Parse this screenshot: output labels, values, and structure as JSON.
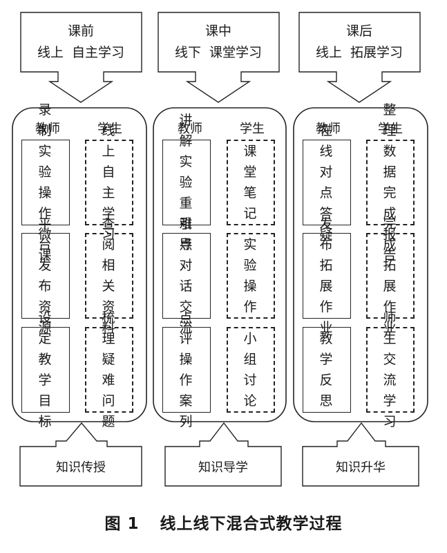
{
  "columns": [
    {
      "header": {
        "line1": "课前",
        "line2": "线上  自主学习"
      },
      "teacher_label": "教师",
      "student_label": "学生",
      "teacher_items": [
        "录制实验操作微课",
        "平台发布资源",
        "设定教学目标"
      ],
      "student_items": [
        "线上自主学习",
        "查阅相关资料",
        "梳理疑难问题"
      ],
      "footer": "知识传授"
    },
    {
      "header": {
        "line1": "课中",
        "line2": "线下  课堂学习"
      },
      "teacher_label": "教师",
      "student_label": "学生",
      "teacher_items": [
        "讲解实验重难点",
        "引导对话交流",
        "点评操作案列"
      ],
      "student_items": [
        "课堂笔记",
        "实验操作",
        "小组讨论"
      ],
      "footer": "知识导学"
    },
    {
      "header": {
        "line1": "课后",
        "line2": "线上  拓展学习"
      },
      "teacher_label": "教师",
      "student_label": "学生",
      "teacher_items": [
        "在线对点答疑",
        "发布拓展作业",
        "教学反思"
      ],
      "student_items": [
        "整理数据完成报告",
        "完成拓展作业",
        "师生交流学习"
      ],
      "footer": "知识升华"
    }
  ],
  "caption": {
    "figure_no": "图 1",
    "title": "线上线下混合式教学过程"
  }
}
